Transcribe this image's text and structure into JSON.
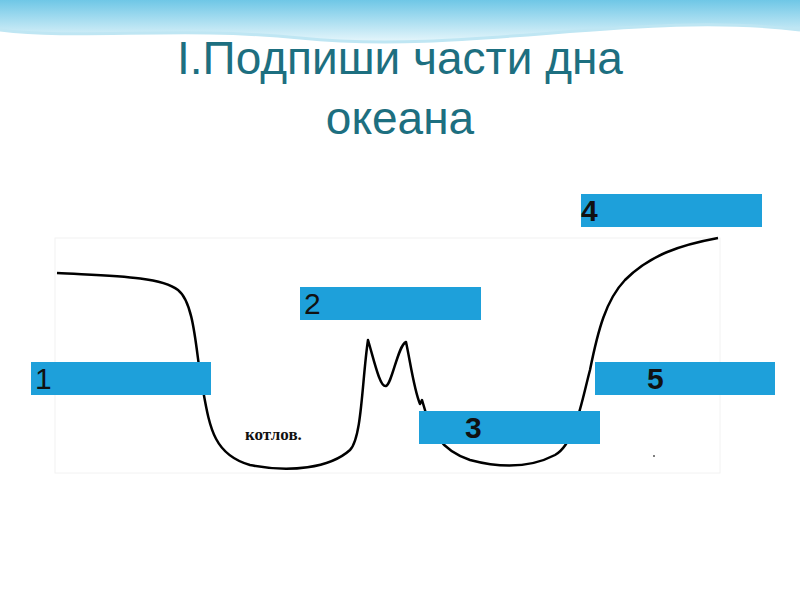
{
  "diagram": {
    "title": "I.Подпиши части дна океана",
    "nodes": [
      {
        "text": [
          "1"
        ]
      },
      {
        "text": [
          "2"
        ]
      },
      {
        "text": [
          "3"
        ]
      },
      {
        "text": [
          "4"
        ]
      },
      {
        "text": [
          "5"
        ]
      }
    ],
    "labels": [
      "котлов."
    ]
  }
}
